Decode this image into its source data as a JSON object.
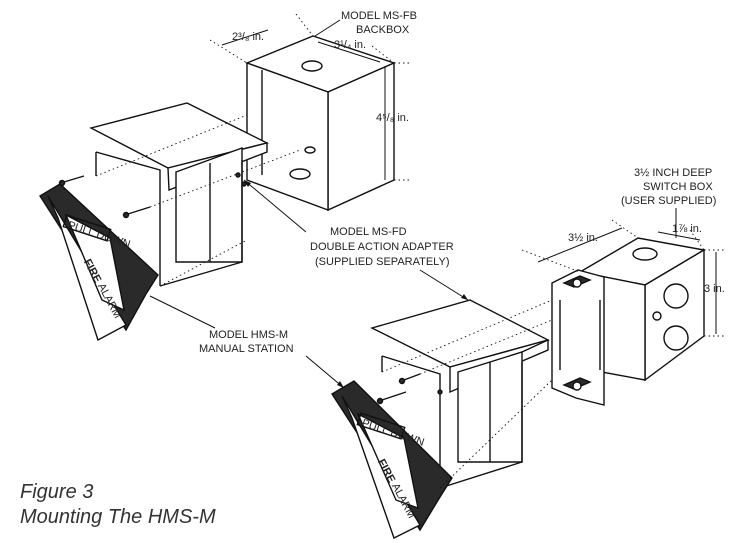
{
  "labels": {
    "backbox_line1": "MODEL MS-FB",
    "backbox_line2": "BACKBOX",
    "adapter_line1": "MODEL MS-FD",
    "adapter_line2": "DOUBLE ACTION ADAPTER",
    "adapter_line3": "(SUPPLIED SEPARATELY)",
    "station_line1": "MODEL HMS-M",
    "station_line2": "MANUAL STATION",
    "switchbox_line1": "3½ INCH DEEP",
    "switchbox_line2": "SWITCH BOX",
    "switchbox_line3": "(USER SUPPLIED)"
  },
  "dimensions": {
    "backbox_depth": "2³/₈ in.",
    "backbox_width": "3¹/₄ in.",
    "backbox_height": "4⁵/₈ in.",
    "switchbox_depth": "3½ in.",
    "switchbox_width": "1⅞ in.",
    "switchbox_height": "3 in."
  },
  "station_face": {
    "top_text": "PULL DOWN",
    "main_text": "FIRE",
    "sub_text": "ALARM"
  },
  "caption": {
    "line1": "Figure 3",
    "line2": "Mounting The HMS-M"
  }
}
